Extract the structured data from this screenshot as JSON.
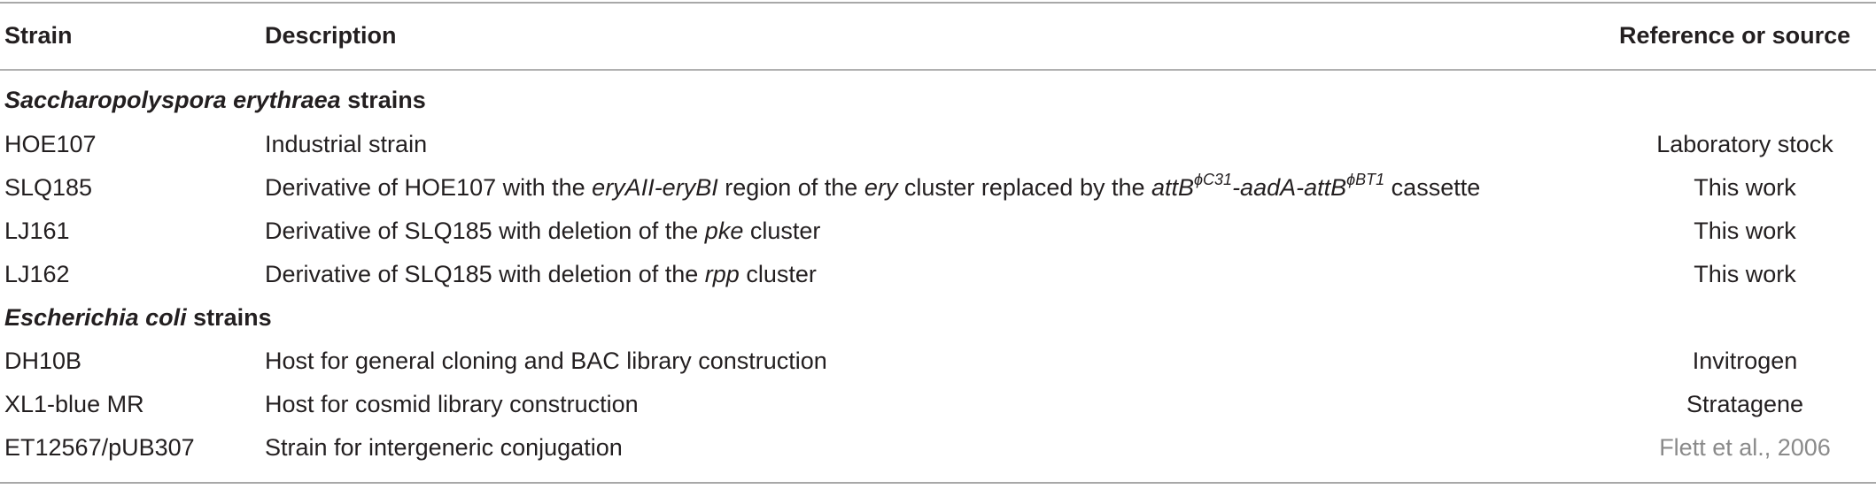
{
  "table": {
    "headers": {
      "strain": "Strain",
      "description": "Description",
      "reference": "Reference or source"
    },
    "sections": [
      {
        "title_italic": "Saccharopolyspora erythraea",
        "title_suffix": " strains",
        "rows": [
          {
            "strain": "HOE107",
            "description": {
              "p1": "Industrial strain"
            },
            "reference": "Laboratory stock"
          },
          {
            "strain": "SLQ185",
            "description": {
              "p1": "Derivative of HOE107 with the ",
              "i1": "eryAII-eryBI",
              "p2": " region of the ",
              "i2": "ery",
              "p3": " cluster replaced by the ",
              "i3a": "attB",
              "sup1": "ϕC31",
              "i3b": "-aadA-attB",
              "sup2": "ϕBT1",
              "p4": " cassette"
            },
            "reference": "This work"
          },
          {
            "strain": "LJ161",
            "description": {
              "p1": "Derivative of SLQ185 with deletion of the ",
              "i1": "pke",
              "p2": " cluster"
            },
            "reference": "This work"
          },
          {
            "strain": "LJ162",
            "description": {
              "p1": "Derivative of SLQ185 with deletion of the ",
              "i1": "rpp",
              "p2": " cluster"
            },
            "reference": "This work"
          }
        ]
      },
      {
        "title_italic": "Escherichia coli",
        "title_suffix": " strains",
        "rows": [
          {
            "strain": "DH10B",
            "description": {
              "p1": "Host for general cloning and BAC library construction"
            },
            "reference": "Invitrogen"
          },
          {
            "strain": "XL1-blue MR",
            "description": {
              "p1": "Host for cosmid library construction"
            },
            "reference": "Stratagene"
          },
          {
            "strain": "ET12567/pUB307",
            "description": {
              "p1": "Strain for intergeneric conjugation"
            },
            "reference": "Flett et al., 2006"
          }
        ]
      }
    ]
  }
}
